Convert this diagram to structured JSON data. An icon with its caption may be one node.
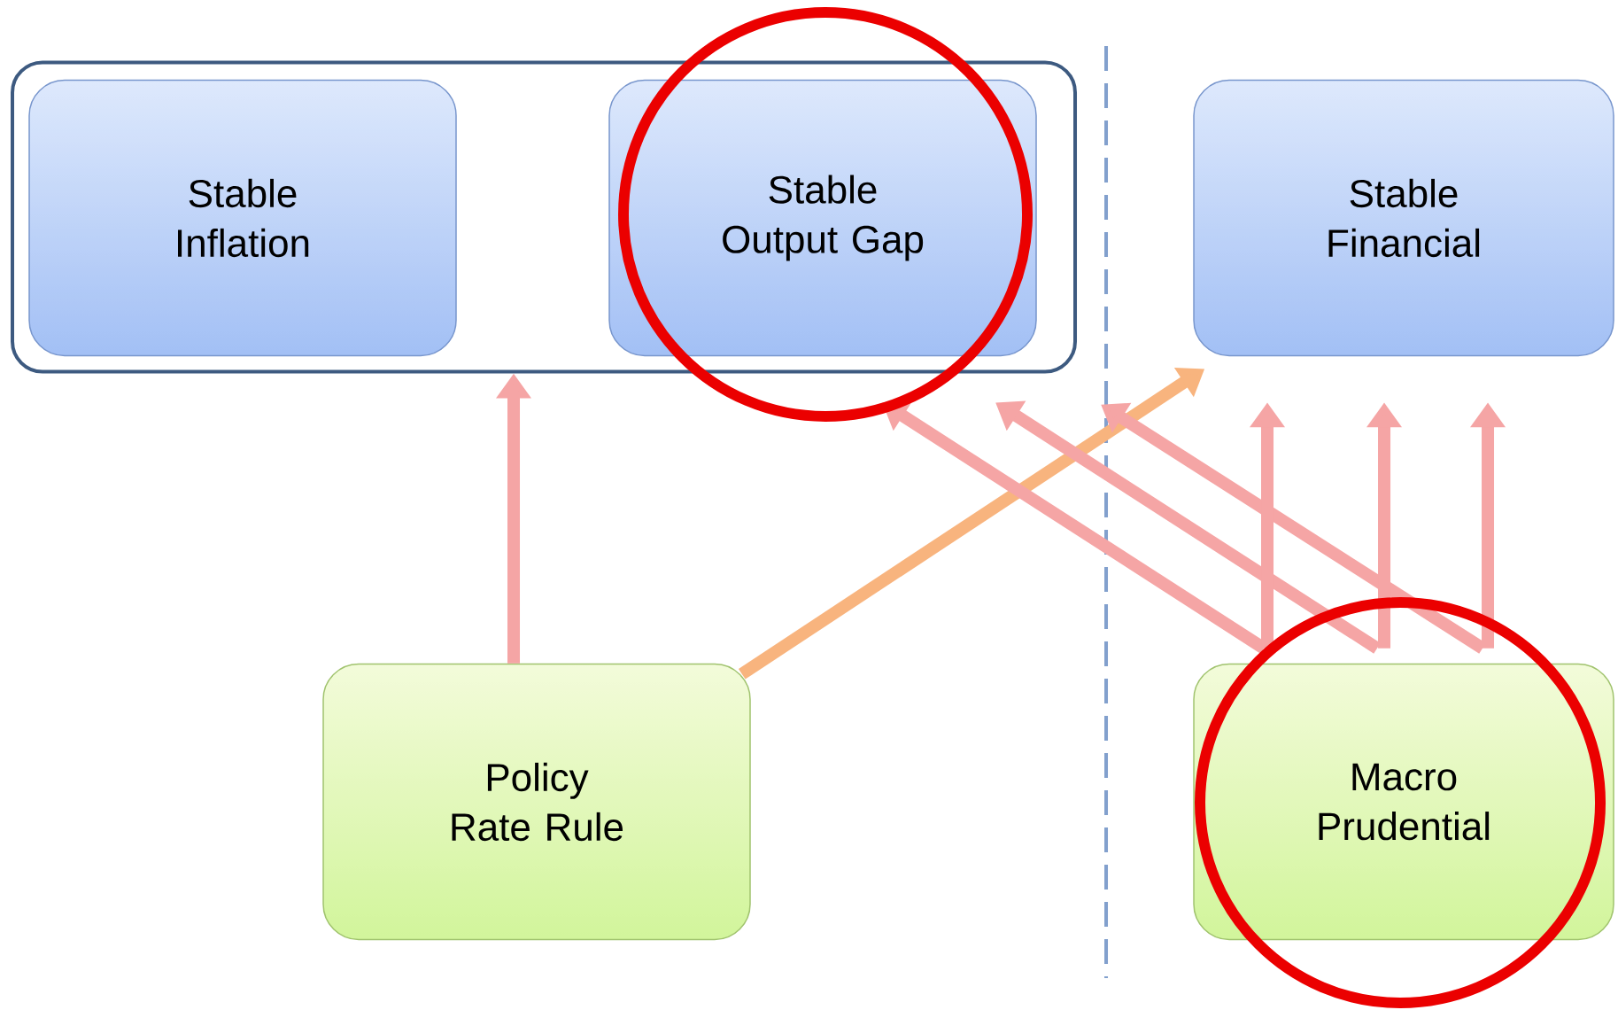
{
  "diagram": {
    "nodes": [
      {
        "text": [],
        "shape": "box"
      },
      {
        "text": [
          "Stable Inflation"
        ],
        "in": 0
      },
      {
        "text": [
          "Stable Output Gap"
        ],
        "in": 0
      },
      {
        "text": [
          "Stable Financial"
        ]
      },
      {
        "text": [
          "Policy Rate Rule"
        ]
      },
      {
        "text": [
          "Macro Prudential"
        ]
      }
    ],
    "edges": [
      {
        "from": 4,
        "to": 0,
        "arrow": "to"
      },
      {
        "from": 4,
        "to": 3,
        "arrow": "to",
        "color": "#f8b47e"
      },
      {
        "from": 5,
        "to": 2,
        "arrow": "to"
      },
      {
        "from": 5,
        "to": 2,
        "arrow": "to"
      },
      {
        "from": 5,
        "to": 0,
        "arrow": "to"
      },
      {
        "from": 5,
        "to": 3,
        "arrow": "to"
      },
      {
        "from": 5,
        "to": 3,
        "arrow": "to"
      },
      {
        "from": 5,
        "to": 3,
        "arrow": "to"
      }
    ]
  }
}
